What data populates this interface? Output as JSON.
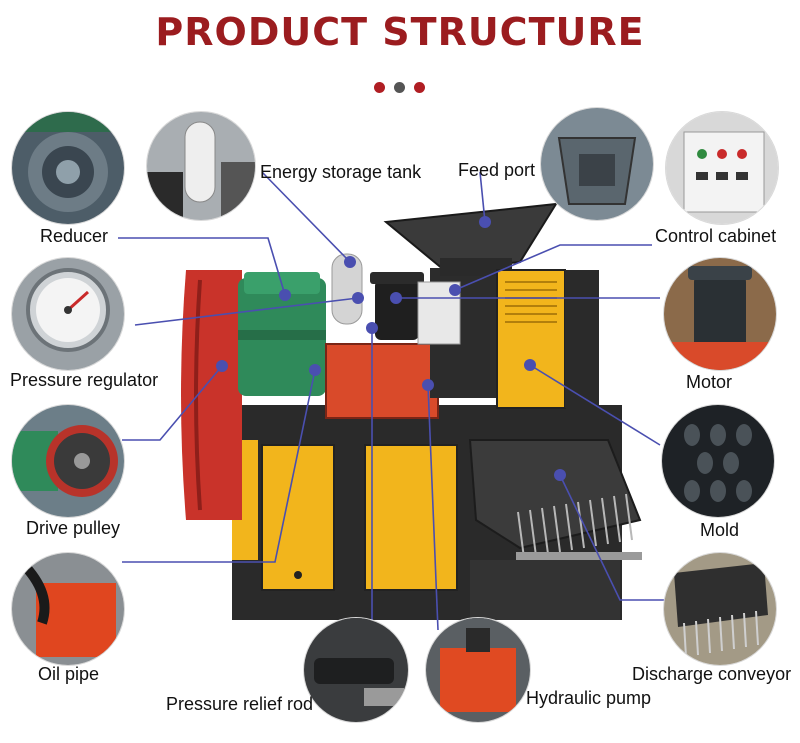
{
  "header": {
    "title": "PRODUCT STRUCTURE",
    "dot_colors": [
      "#b01e23",
      "#555555",
      "#b01e23"
    ]
  },
  "colors": {
    "title_red": "#9b1c1f",
    "leader_line": "#4a4fb0",
    "machine_yellow": "#f2b51c",
    "machine_black": "#2a2a2a",
    "machine_green": "#2f8a5a",
    "machine_red": "#c9332a"
  },
  "parts": [
    {
      "id": "reducer",
      "label": "Reducer",
      "icon": "gear-reducer-icon"
    },
    {
      "id": "energy-storage-tank",
      "label": "Energy storage tank",
      "icon": "accumulator-tank-icon"
    },
    {
      "id": "feed-port",
      "label": "Feed port",
      "icon": "hopper-icon"
    },
    {
      "id": "control-cabinet",
      "label": "Control cabinet",
      "icon": "control-panel-icon"
    },
    {
      "id": "pressure-regulator",
      "label": "Pressure regulator",
      "icon": "pressure-gauge-icon"
    },
    {
      "id": "motor",
      "label": "Motor",
      "icon": "motor-icon"
    },
    {
      "id": "drive-pulley",
      "label": "Drive pulley",
      "icon": "pulley-icon"
    },
    {
      "id": "mold",
      "label": "Mold",
      "icon": "mold-roller-icon"
    },
    {
      "id": "oil-pipe",
      "label": "Oil pipe",
      "icon": "oil-pipe-icon"
    },
    {
      "id": "discharge-conveyor",
      "label": "Discharge conveyor",
      "icon": "conveyor-icon"
    },
    {
      "id": "pressure-relief-rod",
      "label": "Pressure relief rod",
      "icon": "relief-rod-icon"
    },
    {
      "id": "hydraulic-pump",
      "label": "Hydraulic pump",
      "icon": "hydraulic-pump-icon"
    }
  ]
}
